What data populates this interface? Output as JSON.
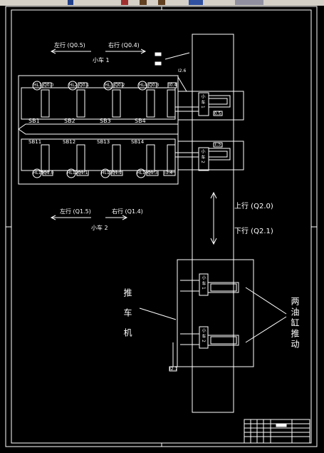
{
  "toolbar": {
    "icons": [
      "arrow-down-icon",
      "zoom-icon",
      "zoom-in-icon",
      "zoom-out-icon",
      "text-style-icon",
      "layer-icon"
    ]
  },
  "drawing": {
    "top_arrows": {
      "left_label": "左行 (Q0.5)",
      "right_label": "右行 (Q0.4)",
      "cart_label": "小车 1"
    },
    "bottom_arrows": {
      "left_label": "左行 (Q1.5)",
      "right_label": "右行 (Q1.4)",
      "cart_label": "小车 2"
    },
    "upper_panel": {
      "lamps": [
        {
          "id": "HL1",
          "tag": "Q0.0"
        },
        {
          "id": "HL2",
          "tag": "Q0.1"
        },
        {
          "id": "HL3",
          "tag": "Q0.2"
        },
        {
          "id": "HL4",
          "tag": "Q0.3"
        }
      ],
      "switches": [
        "SB1",
        "SB2",
        "SB3",
        "SB4"
      ],
      "extra_tag": "I0.4",
      "cart_label": "小车1",
      "cart_tag": "I0.5"
    },
    "lower_panel": {
      "switches": [
        "SB11",
        "SB12",
        "SB13",
        "SB14"
      ],
      "lamps": [
        {
          "id": "HL11",
          "tag": "Q1.0"
        },
        {
          "id": "HL12",
          "tag": "Q1.1"
        },
        {
          "id": "HL13",
          "tag": "Q1.2"
        },
        {
          "id": "HL14",
          "tag": "Q1.3"
        }
      ],
      "extra_tag": "I1.4",
      "cart_label": "小车2",
      "cart_tag": "I1.5"
    },
    "vertical_motion": {
      "up_label": "上行 (Q2.0)",
      "down_label": "下行 (Q2.1)"
    },
    "pusher": {
      "label": "推车机",
      "cart1_label": "小车1",
      "cart2_label": "小车2",
      "tag": "I2.7"
    },
    "cylinders_label": "两油缸推动",
    "top_tag": "I2.6"
  }
}
